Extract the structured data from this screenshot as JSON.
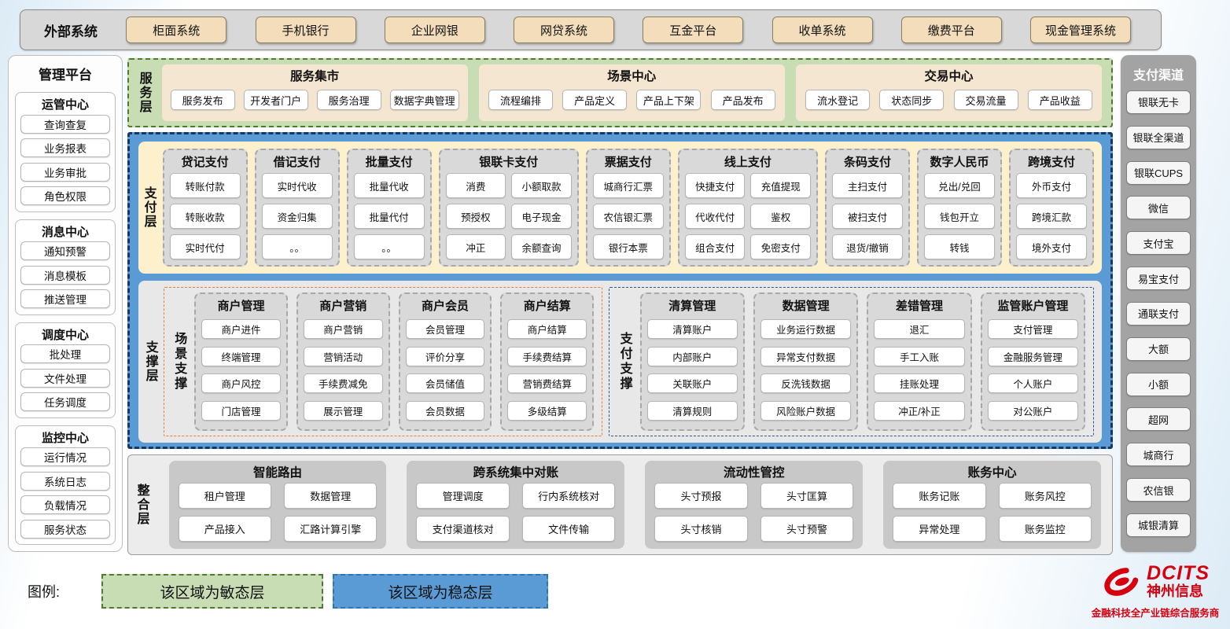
{
  "external": {
    "label": "外部系统",
    "systems": [
      "柜面系统",
      "手机银行",
      "企业网银",
      "网贷系统",
      "互金平台",
      "收单系统",
      "缴费平台",
      "现金管理系统"
    ]
  },
  "management": {
    "title": "管理平台",
    "groups": [
      {
        "title": "运管中心",
        "items": [
          "查询查复",
          "业务报表",
          "业务审批",
          "角色权限"
        ]
      },
      {
        "title": "消息中心",
        "items": [
          "通知预警",
          "消息模板",
          "推送管理"
        ]
      },
      {
        "title": "调度中心",
        "items": [
          "批处理",
          "文件处理",
          "任务调度"
        ]
      },
      {
        "title": "监控中心",
        "items": [
          "运行情况",
          "系统日志",
          "负载情况",
          "服务状态"
        ]
      }
    ]
  },
  "service_layer": {
    "label": "服务层",
    "panels": [
      {
        "title": "服务集市",
        "items": [
          "服务发布",
          "开发者门户",
          "服务治理",
          "数据字典管理"
        ]
      },
      {
        "title": "场景中心",
        "items": [
          "流程编排",
          "产品定义",
          "产品上下架",
          "产品发布"
        ]
      },
      {
        "title": "交易中心",
        "items": [
          "流水登记",
          "状态同步",
          "交易流量",
          "产品收益"
        ]
      }
    ]
  },
  "payment_layer": {
    "label": "支付层",
    "columns": [
      {
        "title": "贷记支付",
        "cols": 1,
        "items": [
          "转账付款",
          "转账收款",
          "实时代付"
        ]
      },
      {
        "title": "借记支付",
        "cols": 1,
        "items": [
          "实时代收",
          "资金归集",
          "。。"
        ]
      },
      {
        "title": "批量支付",
        "cols": 1,
        "items": [
          "批量代收",
          "批量代付",
          "。。"
        ]
      },
      {
        "title": "银联卡支付",
        "cols": 2,
        "items": [
          "消费",
          "小额取款",
          "预授权",
          "电子现金",
          "冲正",
          "余额查询"
        ]
      },
      {
        "title": "票据支付",
        "cols": 1,
        "items": [
          "城商行汇票",
          "农信银汇票",
          "银行本票"
        ]
      },
      {
        "title": "线上支付",
        "cols": 2,
        "items": [
          "快捷支付",
          "充值提现",
          "代收代付",
          "鉴权",
          "组合支付",
          "免密支付"
        ]
      },
      {
        "title": "条码支付",
        "cols": 1,
        "items": [
          "主扫支付",
          "被扫支付",
          "退货/撤销"
        ]
      },
      {
        "title": "数字人民币",
        "cols": 1,
        "items": [
          "兑出/兑回",
          "钱包开立",
          "转钱"
        ]
      },
      {
        "title": "跨境支付",
        "cols": 1,
        "items": [
          "外币支付",
          "跨境汇款",
          "境外支付"
        ]
      }
    ]
  },
  "support_layer": {
    "label": "支撑层",
    "groups": [
      {
        "label": "场景支撑",
        "columns": [
          {
            "title": "商户管理",
            "items": [
              "商户进件",
              "终端管理",
              "商户风控",
              "门店管理"
            ]
          },
          {
            "title": "商户营销",
            "items": [
              "商户营销",
              "营销活动",
              "手续费减免",
              "展示管理"
            ]
          },
          {
            "title": "商户会员",
            "items": [
              "会员管理",
              "评价分享",
              "会员储值",
              "会员数据"
            ]
          },
          {
            "title": "商户结算",
            "items": [
              "商户结算",
              "手续费结算",
              "营销费结算",
              "多级结算"
            ]
          }
        ]
      },
      {
        "label": "支付支撑",
        "columns": [
          {
            "title": "清算管理",
            "items": [
              "清算账户",
              "内部账户",
              "关联账户",
              "清算规则"
            ]
          },
          {
            "title": "数据管理",
            "items": [
              "业务运行数据",
              "异常支付数据",
              "反洗钱数据",
              "风险账户数据"
            ]
          },
          {
            "title": "差错管理",
            "items": [
              "退汇",
              "手工入账",
              "挂账处理",
              "冲正/补正"
            ]
          },
          {
            "title": "监管账户管理",
            "items": [
              "支付管理",
              "金融服务管理",
              "个人账户",
              "对公账户"
            ]
          }
        ]
      }
    ]
  },
  "integration_layer": {
    "label": "整合层",
    "panels": [
      {
        "title": "智能路由",
        "items": [
          "租户管理",
          "数据管理",
          "产品接入",
          "汇路计算引擎"
        ]
      },
      {
        "title": "跨系统集中对账",
        "items": [
          "管理调度",
          "行内系统核对",
          "支付渠道核对",
          "文件传输"
        ]
      },
      {
        "title": "流动性管控",
        "items": [
          "头寸预报",
          "头寸匡算",
          "头寸核销",
          "头寸预警"
        ]
      },
      {
        "title": "账务中心",
        "items": [
          "账务记账",
          "账务风控",
          "异常处理",
          "账务监控"
        ]
      }
    ]
  },
  "channels": {
    "title": "支付渠道",
    "items": [
      "银联无卡",
      "银联全渠道",
      "银联CUPS",
      "微信",
      "支付宝",
      "易宝支付",
      "通联支付",
      "大额",
      "小额",
      "超网",
      "城商行",
      "农信银",
      "城银清算"
    ]
  },
  "legend": {
    "label": "图例:",
    "agile": "该区域为敏态层",
    "stable": "该区域为稳态层"
  },
  "logo": {
    "name": "DCITS",
    "company": "神州信息",
    "tagline": "金融科技全产业链综合服务商"
  },
  "colors": {
    "agile_green": "#c9ddb5",
    "stable_blue": "#5b9bd5",
    "brand_red": "#d7000f"
  }
}
